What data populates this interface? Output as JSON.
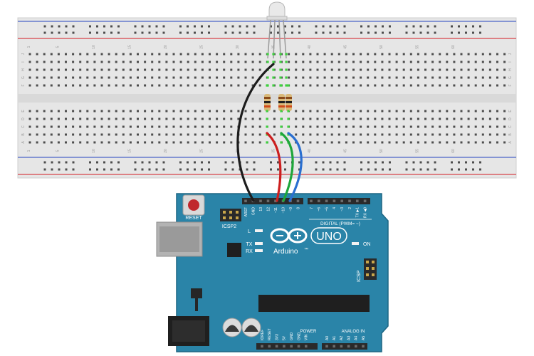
{
  "breadboard": {
    "column_numbers": [
      "1",
      "5",
      "10",
      "15",
      "20",
      "25",
      "30",
      "35",
      "40",
      "45",
      "50",
      "55",
      "60"
    ],
    "row_letters_top": [
      "J",
      "I",
      "H",
      "G",
      "F"
    ],
    "row_letters_bottom": [
      "E",
      "D",
      "C",
      "B",
      "A"
    ]
  },
  "board": {
    "reset_label": "RESET",
    "icsp2_label": "ICSP2",
    "l_label": "L",
    "tx_label": "TX",
    "rx_label": "RX",
    "on_label": "ON",
    "digital_label": "DIGITAL (PWM= ~)",
    "uno_label": "UNO",
    "arduino_label": "Arduino",
    "tm_label": "™",
    "icsp_label": "ICSP",
    "power_label": "POWER",
    "analog_label": "ANALOG IN",
    "top_pins": [
      "AREF",
      "GND",
      "13",
      "12",
      "~11",
      "~10",
      "~9",
      "8",
      "7",
      "~6",
      "~5",
      "4",
      "~3",
      "2",
      "TX ▶1",
      "RX ◀0"
    ],
    "bottom_power_pins": [
      "IOREF",
      "RESET",
      "3V3",
      "5V",
      "GND",
      "GND",
      "VIN"
    ],
    "bottom_analog_pins": [
      "A0",
      "A1",
      "A2",
      "A3",
      "A4",
      "A5"
    ]
  },
  "colors": {
    "board": "#2a84a8",
    "board_edge": "#1d6684",
    "breadboard": "#e4e4e4",
    "rail_red": "#d8434a",
    "rail_blue": "#4a63c8",
    "wire_black": "#1c1c1c",
    "wire_red": "#cc1f1f",
    "wire_green": "#1ea63a",
    "wire_blue": "#2a6fd0",
    "header": "#2a2a2a"
  }
}
